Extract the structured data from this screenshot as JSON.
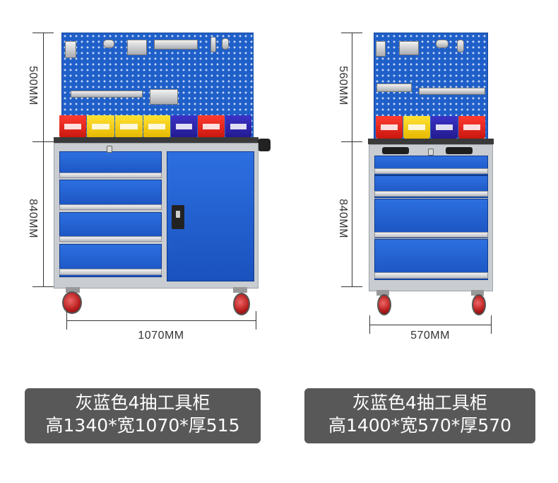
{
  "left_product": {
    "height_top_label": "500MM",
    "height_bottom_label": "840MM",
    "width_label": "1070MM",
    "caption_line1": "灰蓝色4抽工具柜",
    "caption_line2": "高1340*宽1070*厚515"
  },
  "right_product": {
    "height_top_label": "560MM",
    "height_bottom_label": "840MM",
    "width_label": "570MM",
    "caption_line1": "灰蓝色4抽工具柜",
    "caption_line2": "高1400*宽570*厚570"
  },
  "colors": {
    "board_blue": "#1f5fc9",
    "cabinet_grey": "#c9ccd1",
    "caption_bg": "#585858",
    "bin_red": "#e8261c",
    "bin_yellow": "#f5cf10",
    "bin_purple": "#2f27b0"
  }
}
